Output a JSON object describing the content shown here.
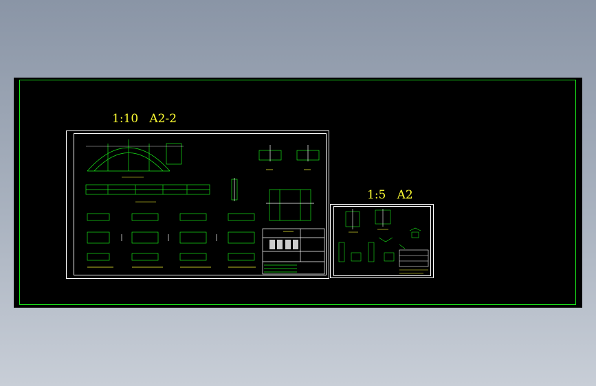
{
  "viewport": {
    "background_colors": [
      "#8a95a6",
      "#c8ced7"
    ],
    "canvas_color": "#000000",
    "frame_color": "#19e619"
  },
  "sheets": [
    {
      "id": "sheet-large",
      "scale_label": "1:10",
      "size_label": "A2-2"
    },
    {
      "id": "sheet-small",
      "scale_label": "1:5",
      "size_label": "A2"
    }
  ],
  "colors": {
    "label": "#ffff33",
    "linework": "#19e619",
    "border": "#ffffff",
    "accent": "#ffff33"
  }
}
